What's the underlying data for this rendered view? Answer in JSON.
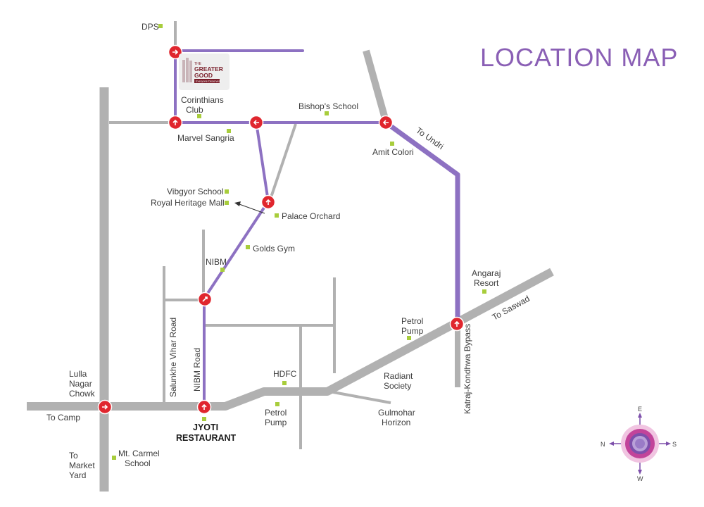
{
  "title": "LOCATION MAP",
  "colors": {
    "road": "#b1b1b1",
    "route": "#8d71c2",
    "marker": "#e0262e",
    "landmark": "#a8cd3c",
    "compass": "#c2449a"
  },
  "logo": {
    "line1": "THE",
    "line2": "GREATER",
    "line3": "GOOD",
    "tagline": "Everyone Deserves!"
  },
  "labels": {
    "dps": "DPS",
    "corinthians_1": "Corinthians",
    "corinthians_2": "Club",
    "marvel_sangria": "Marvel Sangria",
    "bishops_school": "Bishop's School",
    "amit_colori": "Amit Colori",
    "to_undri": "To Undri",
    "vibgyor_school": "Vibgyor School",
    "royal_heritage_mall": "Royal Heritage Mall",
    "palace_orchard": "Palace Orchard",
    "golds_gym": "Golds Gym",
    "nibm": "NIBM",
    "angaraj_1": "Angaraj",
    "angaraj_2": "Resort",
    "to_saswad": "To Saswad",
    "petrol_pump_east_1": "Petrol",
    "petrol_pump_east_2": "Pump",
    "katraj_kondhwa_bypass": "Katraj-Kondhwa Bypass",
    "salunkhe_vihar_road": "Salunkhe Vihar Road",
    "nibm_road": "NIBM Road",
    "hdfc": "HDFC",
    "radiant_1": "Radiant",
    "radiant_2": "Society",
    "gulmohar_1": "Gulmohar",
    "gulmohar_2": "Horizon",
    "petrol_pump_west_1": "Petrol",
    "petrol_pump_west_2": "Pump",
    "lulla_1": "Lulla",
    "lulla_2": "Nagar",
    "lulla_3": "Chowk",
    "to_camp": "To Camp",
    "to_market_1": "To",
    "to_market_2": "Market",
    "to_market_3": "Yard",
    "mt_carmel_1": "Mt. Carmel",
    "mt_carmel_2": "School",
    "jyoti_1": "JYOTI",
    "jyoti_2": "RESTAURANT"
  },
  "compass": {
    "north": "N",
    "south": "S",
    "east": "E",
    "west": "W"
  }
}
